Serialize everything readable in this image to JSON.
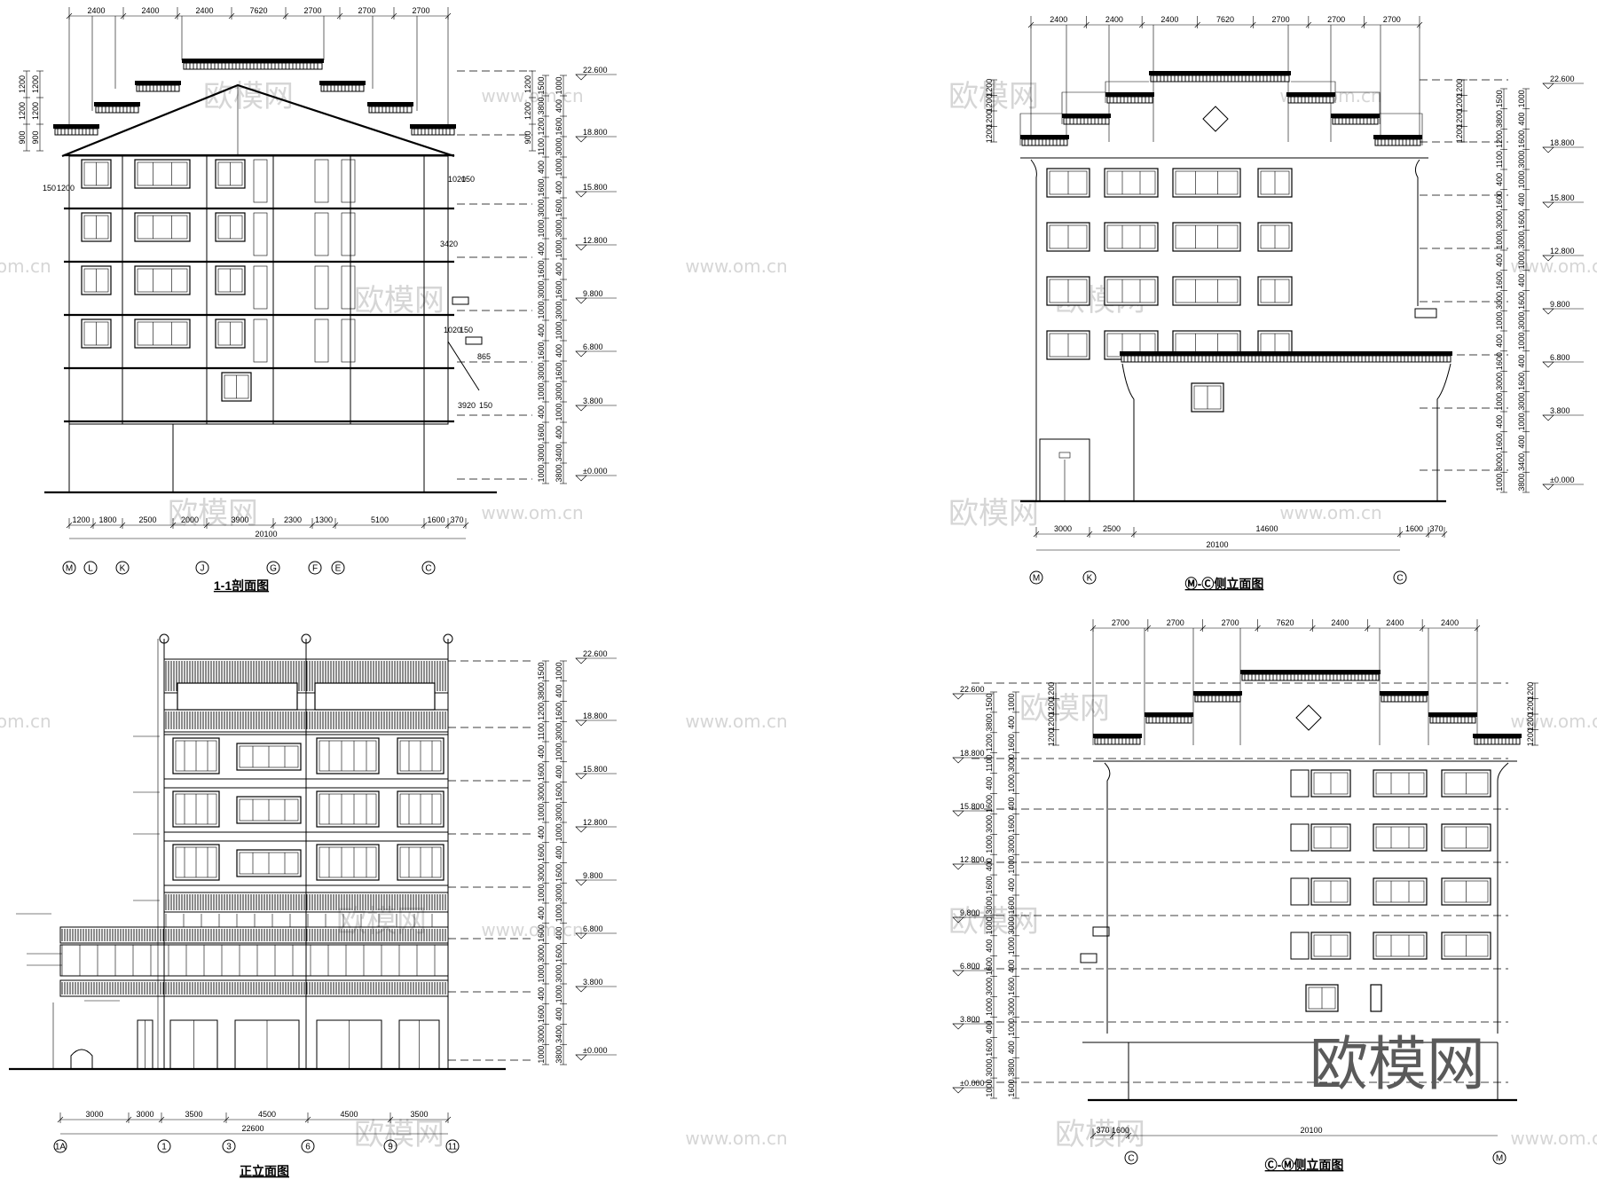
{
  "sheet": {
    "drawings": [
      {
        "id": "section-1-1",
        "title": "1-1剖面图",
        "top_dims": [
          "2400",
          "2400",
          "2400",
          "7620",
          "2700",
          "2700",
          "2700"
        ],
        "bottom_dims": [
          "1200",
          "1800",
          "2500",
          "2000",
          "3900",
          "2300",
          "1300",
          "5100",
          "1600",
          "370"
        ],
        "total": "20100",
        "axes": [
          "M",
          "L",
          "K",
          "J",
          "G",
          "F",
          "E",
          "C"
        ],
        "levels": [
          "22.600",
          "18.800",
          "15.800",
          "12.800",
          "9.800",
          "6.800",
          "3.800",
          "±0.000"
        ],
        "right_dims": [
          "1500",
          "3800",
          "1200",
          "1100",
          "400",
          "1600",
          "3000",
          "1000",
          "400",
          "1600",
          "3000",
          "1000",
          "400",
          "1600",
          "3000",
          "1000",
          "400",
          "1600",
          "3000",
          "1000",
          "400",
          "1600",
          "3000",
          "1000",
          "400",
          "3400",
          "3800"
        ],
        "left_dims": [
          "1200",
          "1200",
          "900",
          "1200",
          "1200",
          "900"
        ],
        "notes": [
          "150",
          "1200",
          "1020",
          "150",
          "3420",
          "1020",
          "150",
          "3920",
          "150",
          "865"
        ]
      },
      {
        "id": "side-elevation-m-c",
        "title": "Ⓜ-Ⓒ侧立面图",
        "top_dims": [
          "2400",
          "2400",
          "2400",
          "7620",
          "2700",
          "2700",
          "2700"
        ],
        "bottom_dims": [
          "3000",
          "2500",
          "14600",
          "1600",
          "370"
        ],
        "total": "20100",
        "axes": [
          "M",
          "K",
          "C"
        ],
        "levels": [
          "22.600",
          "18.800",
          "15.800",
          "12.800",
          "9.800",
          "6.800",
          "3.800",
          "±0.000"
        ],
        "left_dims": [
          "1200",
          "1200",
          "1200",
          "1200"
        ],
        "right_dims": [
          "1200",
          "1200",
          "1200",
          "1200"
        ],
        "side_dims": [
          "1500",
          "3800",
          "1200",
          "1100",
          "400",
          "1600",
          "3000",
          "1000",
          "400",
          "1600",
          "3000",
          "1000",
          "400",
          "1600",
          "3000",
          "1000",
          "400",
          "1600",
          "3000",
          "1000",
          "400",
          "1600",
          "3000",
          "1000",
          "400",
          "3400",
          "3800"
        ]
      },
      {
        "id": "front-elevation",
        "title": "正立面图",
        "bottom_dims": [
          "3000",
          "3000",
          "3500",
          "4500",
          "4500",
          "3500"
        ],
        "total": "22600",
        "axes": [
          "1A",
          "1",
          "3",
          "6",
          "9",
          "11"
        ],
        "levels": [
          "22.600",
          "18.800",
          "15.800",
          "12.800",
          "9.800",
          "6.800",
          "3.800",
          "±0.000"
        ],
        "side_dims": [
          "1500",
          "3800",
          "1200",
          "1100",
          "400",
          "1600",
          "3000",
          "1000",
          "400",
          "1600",
          "3000",
          "1000",
          "400",
          "1600",
          "3000",
          "1000",
          "400",
          "1600",
          "3000",
          "1000",
          "400",
          "1600",
          "3000",
          "1000",
          "400",
          "3400",
          "3800"
        ]
      },
      {
        "id": "side-elevation-c-m",
        "title": "Ⓒ-Ⓜ侧立面图",
        "top_dims": [
          "2700",
          "2700",
          "2700",
          "7620",
          "2400",
          "2400",
          "2400"
        ],
        "bottom_dims": [
          "370",
          "1600"
        ],
        "total": "20100",
        "axes": [
          "C",
          "M"
        ],
        "levels": [
          "22.600",
          "18.800",
          "15.800",
          "12.800",
          "9.800",
          "6.800",
          "3.800",
          "±0.000"
        ],
        "left_dims": [
          "1500",
          "3800",
          "1200",
          "1100",
          "400",
          "1600",
          "3000",
          "1000",
          "400",
          "1600",
          "3000",
          "1000",
          "400",
          "1600",
          "3000",
          "1000",
          "400",
          "1600",
          "3000",
          "1000",
          "400",
          "1600",
          "3000",
          "1000",
          "400",
          "3800",
          "1600"
        ],
        "right_dims": [
          "1200",
          "1200",
          "1200",
          "1200"
        ],
        "inner_dims": [
          "1200",
          "1200",
          "1200",
          "1200"
        ]
      }
    ],
    "watermark": {
      "small": "www.om.cn",
      "cn": "欧模网",
      "big": "欧模网"
    }
  }
}
